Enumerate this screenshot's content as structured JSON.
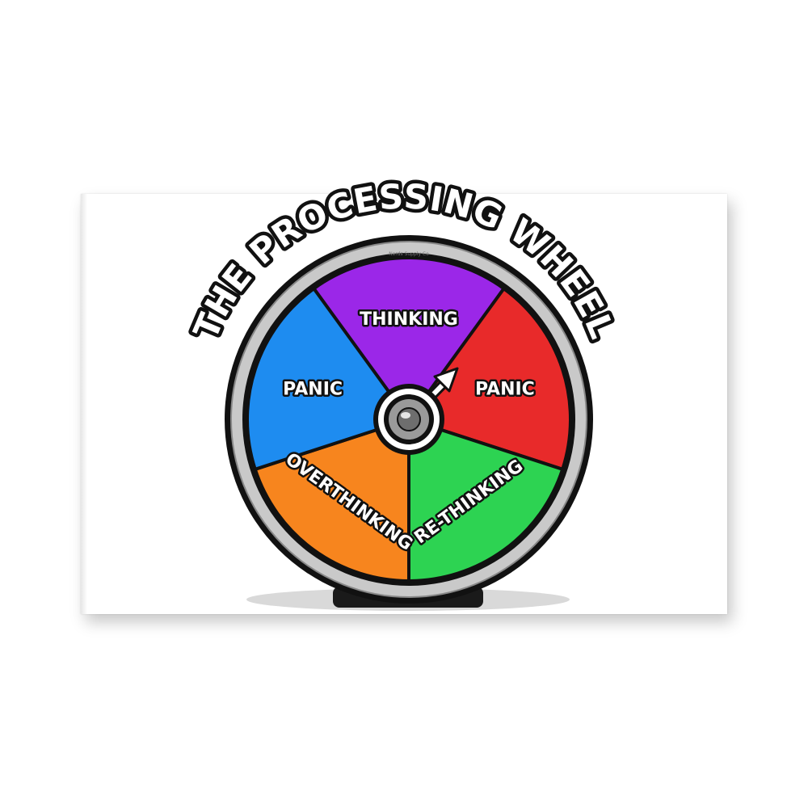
{
  "title": "THE PROCESSING WHEEL",
  "maker_mark": "Nerds Supply Co",
  "segments": [
    {
      "label": "THINKING",
      "color": "#9B27E8"
    },
    {
      "label": "PANIC",
      "color": "#E82A2A"
    },
    {
      "label": "RE-THINKING",
      "color": "#2DD352"
    },
    {
      "label": "OVERTHINKING",
      "color": "#F7851E"
    },
    {
      "label": "PANIC",
      "color": "#1E8CF0"
    }
  ],
  "colors": {
    "outline": "#111111",
    "rim": "#C9C9C9",
    "hub": "#9A9A9A",
    "shadow": "#D9D9D9"
  },
  "icons": [
    "arrow-pointer-icon",
    "hub-icon"
  ]
}
